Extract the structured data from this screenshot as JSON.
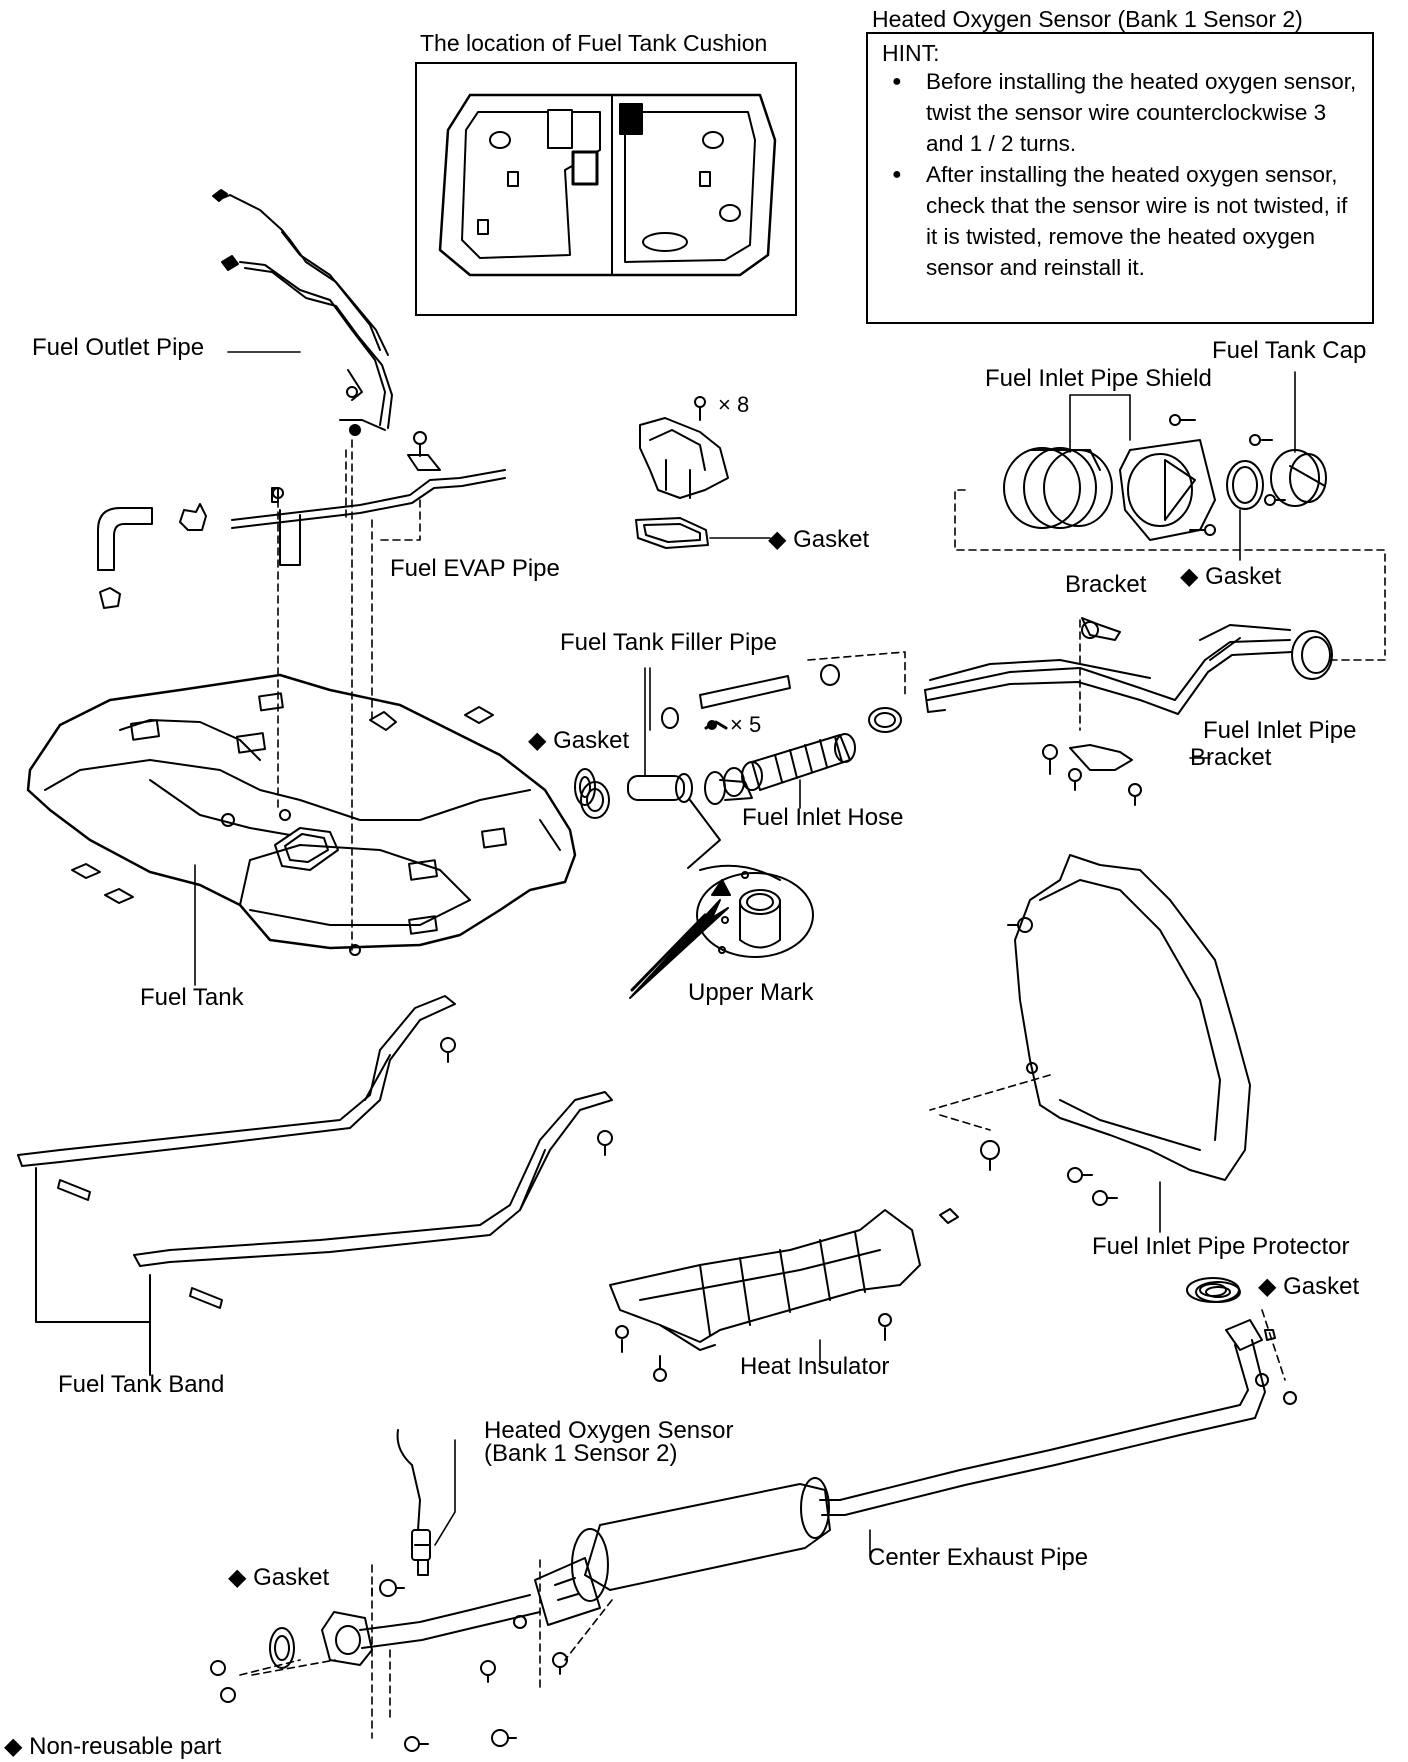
{
  "top": {
    "cushion_title": "The location of Fuel Tank Cushion",
    "sensor_note_title": "Heated Oxygen Sensor (Bank 1 Sensor 2)",
    "hint_label": "HINT:",
    "hint_items": [
      "Before installing the heated oxygen sensor, twist the sensor wire counterclockwise 3 and 1 / 2 turns.",
      "After installing the heated oxygen sensor, check that the sensor wire is not twisted, if it is twisted, remove the heated oxygen sensor and reinstall it."
    ]
  },
  "labels": {
    "fuel_outlet_pipe": "Fuel Outlet Pipe",
    "fuel_evap_pipe": "Fuel EVAP Pipe",
    "gasket_pump": "Gasket",
    "qty_8": "× 8",
    "fuel_inlet_pipe_shield": "Fuel Inlet Pipe Shield",
    "fuel_tank_cap": "Fuel Tank Cap",
    "gasket_cap": "Gasket",
    "bracket_upper": "Bracket",
    "fuel_tank_filler_pipe": "Fuel Tank Filler Pipe",
    "gasket_filler": "Gasket",
    "qty_5": "× 5",
    "fuel_inlet_pipe": "Fuel Inlet Pipe",
    "bracket_lower": "Bracket",
    "fuel_inlet_hose": "Fuel Inlet Hose",
    "upper_mark": "Upper Mark",
    "fuel_tank": "Fuel Tank",
    "fuel_inlet_pipe_protector": "Fuel Inlet Pipe Protector",
    "gasket_exhaust_front": "Gasket",
    "fuel_tank_band": "Fuel Tank Band",
    "heat_insulator": "Heat Insulator",
    "heated_oxygen_sensor_l1": "Heated Oxygen Sensor",
    "heated_oxygen_sensor_l2": "(Bank 1 Sensor 2)",
    "center_exhaust_pipe": "Center Exhaust Pipe",
    "gasket_exhaust_rear": "Gasket",
    "legend": "Non-reusable part"
  },
  "icons": {
    "non_reusable_marker": "diamond",
    "hint_bullet": "filled-circle"
  },
  "colors": {
    "ink": "#000000",
    "paper": "#ffffff"
  }
}
